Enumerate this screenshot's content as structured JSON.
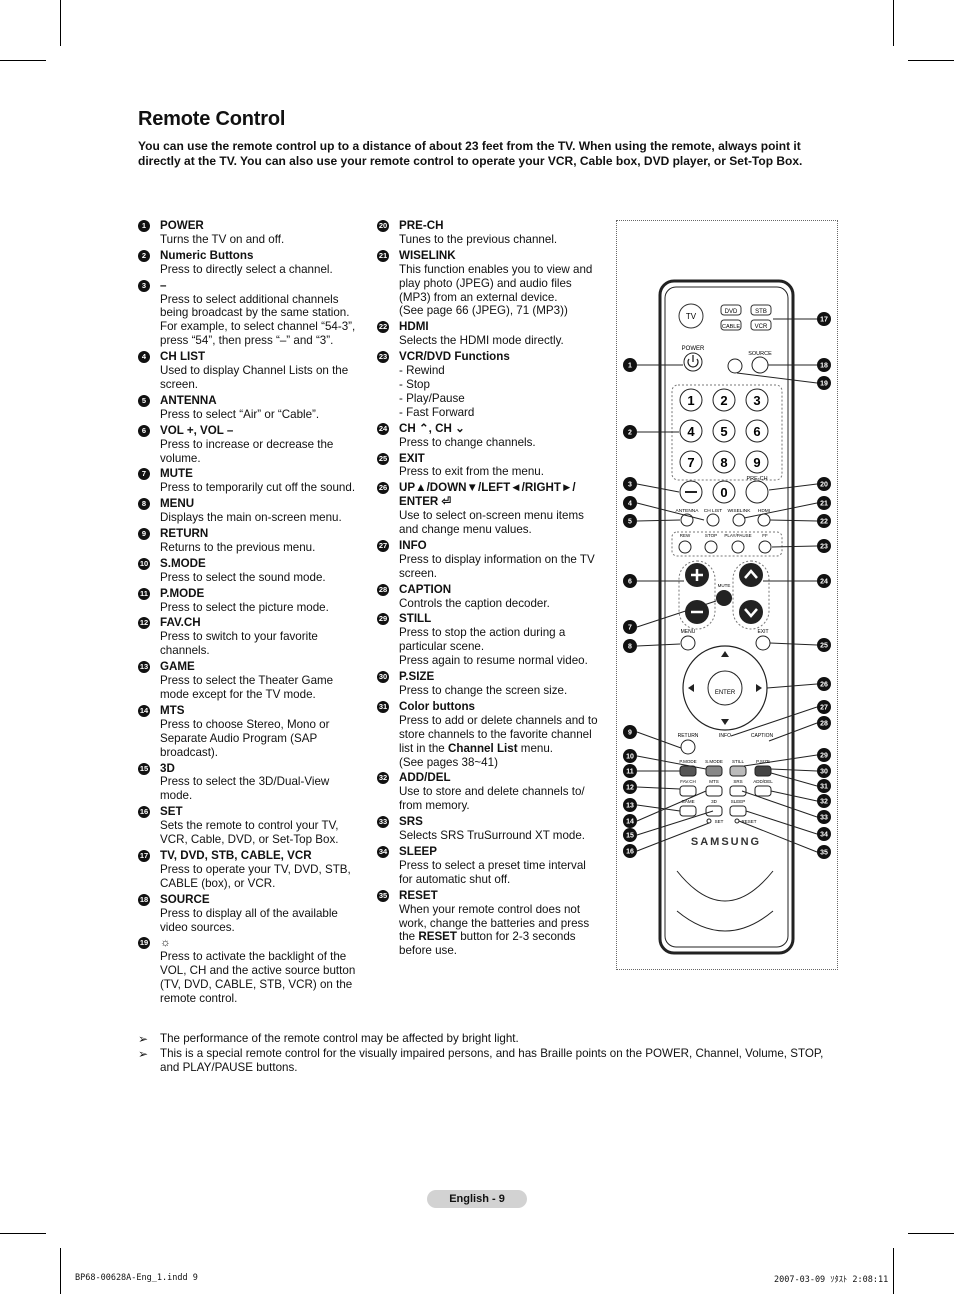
{
  "title": "Remote Control",
  "intro": "You can use the remote control up to a distance of about 23 feet from the TV. When using the remote, always point it directly at the TV. You can also use your remote control to operate your VCR, Cable box, DVD player, or Set-Top Box.",
  "items_left": [
    {
      "n": "1",
      "title": "POWER",
      "desc": "Turns the TV on and off."
    },
    {
      "n": "2",
      "title": "Numeric Buttons",
      "desc": "Press to directly select a channel."
    },
    {
      "n": "3",
      "title": "–",
      "desc": "Press to select additional channels being broadcast by the same station. For example, to select channel “54-3”, press “54”, then press “–” and “3”."
    },
    {
      "n": "4",
      "title": "CH LIST",
      "desc": "Used to display Channel Lists on the screen."
    },
    {
      "n": "5",
      "title": "ANTENNA",
      "desc": "Press to select “Air” or “Cable”."
    },
    {
      "n": "6",
      "title": "VOL +, VOL –",
      "desc": "Press to increase or decrease the volume."
    },
    {
      "n": "7",
      "title": "MUTE",
      "desc": "Press to temporarily cut off the sound."
    },
    {
      "n": "8",
      "title": "MENU",
      "desc": "Displays the main on-screen menu."
    },
    {
      "n": "9",
      "title": "RETURN",
      "desc": "Returns to the previous menu."
    },
    {
      "n": "10",
      "title": "S.MODE",
      "desc": "Press to select the sound mode."
    },
    {
      "n": "11",
      "title": "P.MODE",
      "desc": "Press to select the picture mode."
    },
    {
      "n": "12",
      "title": "FAV.CH",
      "desc": "Press to switch to your favorite channels."
    },
    {
      "n": "13",
      "title": "GAME",
      "desc": "Press to select the Theater Game mode except for the TV mode."
    },
    {
      "n": "14",
      "title": "MTS",
      "desc": "Press to choose Stereo, Mono or Separate Audio Program (SAP broadcast)."
    },
    {
      "n": "15",
      "title": "3D",
      "desc": "Press to select the 3D/Dual-View mode."
    },
    {
      "n": "16",
      "title": "SET",
      "desc": "Sets the remote to control your TV, VCR, Cable, DVD, or Set-Top Box."
    },
    {
      "n": "17",
      "title": "TV, DVD, STB, CABLE, VCR",
      "desc": "Press to operate your TV, DVD, STB, CABLE (box), or VCR."
    },
    {
      "n": "18",
      "title": "SOURCE",
      "desc": "Press to display all of the available video sources."
    },
    {
      "n": "19",
      "title": "☼",
      "desc": "Press to activate the backlight of the VOL, CH and the active source button (TV, DVD, CABLE, STB, VCR) on the remote control."
    }
  ],
  "items_right": [
    {
      "n": "20",
      "title": "PRE-CH",
      "desc": "Tunes to the previous channel."
    },
    {
      "n": "21",
      "title": "WISELINK",
      "desc": "This function enables you to view and play photo (JPEG) and audio files (MP3) from an external device.\n(See page 66 (JPEG), 71 (MP3))"
    },
    {
      "n": "22",
      "title": "HDMI",
      "desc": "Selects the HDMI mode directly."
    },
    {
      "n": "23",
      "title": "VCR/DVD Functions",
      "desc": "-  Rewind\n-  Stop\n-  Play/Pause\n-  Fast Forward"
    },
    {
      "n": "24",
      "title": "CH ⌃, CH ⌄",
      "desc": "Press to change channels."
    },
    {
      "n": "25",
      "title": "EXIT",
      "desc": "Press to exit from the menu."
    },
    {
      "n": "26",
      "title": "UP▲/DOWN▼/LEFT◄/RIGHT►/ ENTER ⏎",
      "desc": "Use to select on-screen menu items and change menu values."
    },
    {
      "n": "27",
      "title": "INFO",
      "desc": "Press to display information on the TV screen."
    },
    {
      "n": "28",
      "title": "CAPTION",
      "desc": "Controls the caption decoder."
    },
    {
      "n": "29",
      "title": "STILL",
      "desc": "Press to stop the action during a particular scene.\nPress again to resume normal video."
    },
    {
      "n": "30",
      "title": "P.SIZE",
      "desc": "Press to change the screen size."
    },
    {
      "n": "31",
      "title": "Color buttons",
      "desc": "Press to add or delete channels and to store channels to the favorite channel list in the ",
      "desc_bold": "Channel List",
      "desc_after": " menu.\n(See pages 38~41)"
    },
    {
      "n": "32",
      "title": "ADD/DEL",
      "desc": "Use to store and delete channels to/ from memory."
    },
    {
      "n": "33",
      "title": "SRS",
      "desc": "Selects SRS TruSurround XT mode."
    },
    {
      "n": "34",
      "title": "SLEEP",
      "desc": "Press to select a preset time interval for automatic shut off."
    },
    {
      "n": "35",
      "title": "RESET",
      "desc": "When your remote control does not work, change the batteries and press the ",
      "desc_bold": "RESET",
      "desc_after": " button for 2-3 seconds before use."
    }
  ],
  "remote": {
    "mode_buttons": [
      "TV",
      "DVD",
      "STB",
      "CABLE",
      "VCR"
    ],
    "power_label": "POWER",
    "source_label": "SOURCE",
    "digits": [
      "1",
      "2",
      "3",
      "4",
      "5",
      "6",
      "7",
      "8",
      "9",
      "0"
    ],
    "prech_label": "PRE-CH",
    "row_labels": [
      "ANTENNA",
      "CH LIST",
      "WISELINK",
      "HDMI"
    ],
    "transport_labels": [
      "REW",
      "STOP",
      "PLAY/PAUSE",
      "FF"
    ],
    "mute_label": "MUTE",
    "menu_label": "MENU",
    "exit_label": "EXIT",
    "enter_label": "ENTER",
    "return_label": "RETURN",
    "info_label": "INFO",
    "caption_label": "CAPTION",
    "color_labels": [
      "P.MODE",
      "S.MODE",
      "STILL",
      "P.SIZE"
    ],
    "row2_labels": [
      "FAV.CH",
      "MTS",
      "SRS",
      "ADD/DEL"
    ],
    "row3_labels": [
      "GAME",
      "3D",
      "SLEEP"
    ],
    "set_label": "SET",
    "reset_label": "RESET",
    "brand": "SAMSUNG"
  },
  "notes": [
    "The performance of the remote control may be affected by bright light.",
    "This is a special remote control for the visually impaired persons, and has Braille points on the POWER, Channel, Volume, STOP, and PLAY/PAUSE buttons."
  ],
  "footer": "English - 9",
  "print_left": "BP68-00628A-Eng_1.indd   9",
  "print_right": "2007-03-09   ｿﾀｽﾄ 2:08:11"
}
